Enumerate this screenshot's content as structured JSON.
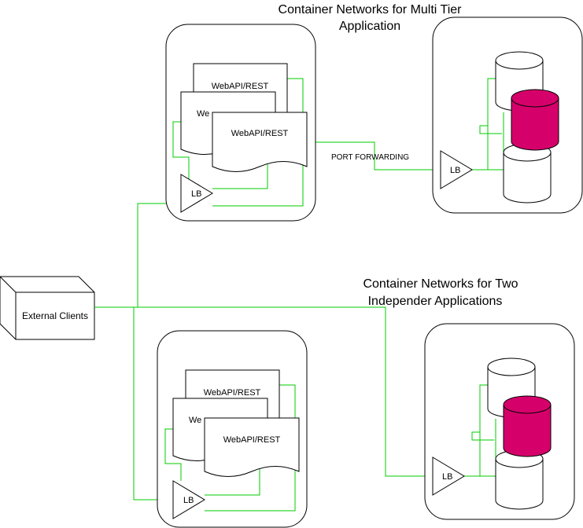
{
  "titles": {
    "multi_tier_line1": "Container Networks for Multi Tier",
    "multi_tier_line2": "Application",
    "two_apps_line1": "Container Networks for Two",
    "two_apps_line2": "Independer Applications"
  },
  "labels": {
    "external_clients": "External Clients",
    "port_forwarding": "PORT FORWARDING",
    "web_api": "WebAPI/REST",
    "lb": "LB"
  },
  "colors": {
    "connector": "#00cc00",
    "database_highlight": "#d6006b",
    "stroke": "#000000"
  }
}
